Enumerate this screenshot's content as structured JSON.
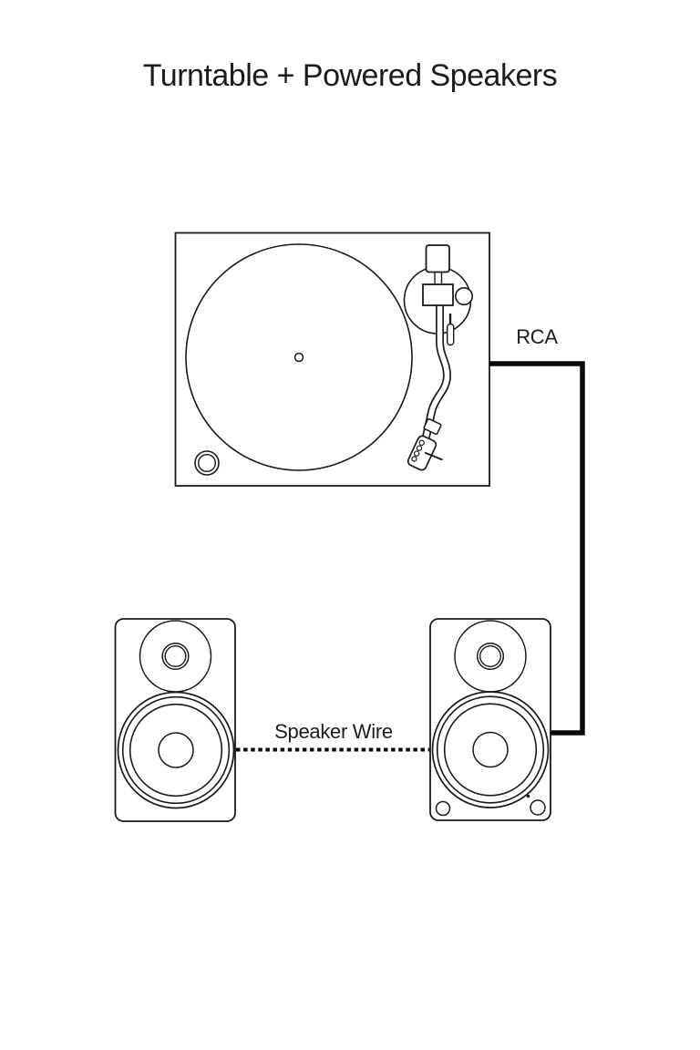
{
  "title": "Turntable + Powered Speakers",
  "components": {
    "turntable": {
      "name": "turntable"
    },
    "speaker_left": {
      "name": "powered-speaker-left"
    },
    "speaker_right": {
      "name": "powered-speaker-right"
    }
  },
  "connections": {
    "rca": {
      "label": "RCA",
      "line_style": "solid-thick"
    },
    "speaker_wire": {
      "label": "Speaker Wire",
      "line_style": "dotted"
    }
  },
  "colors": {
    "background": "#ffffff",
    "line": "#1a1a1a",
    "cable": "#0a0a0a",
    "text": "#1c1c1c"
  }
}
